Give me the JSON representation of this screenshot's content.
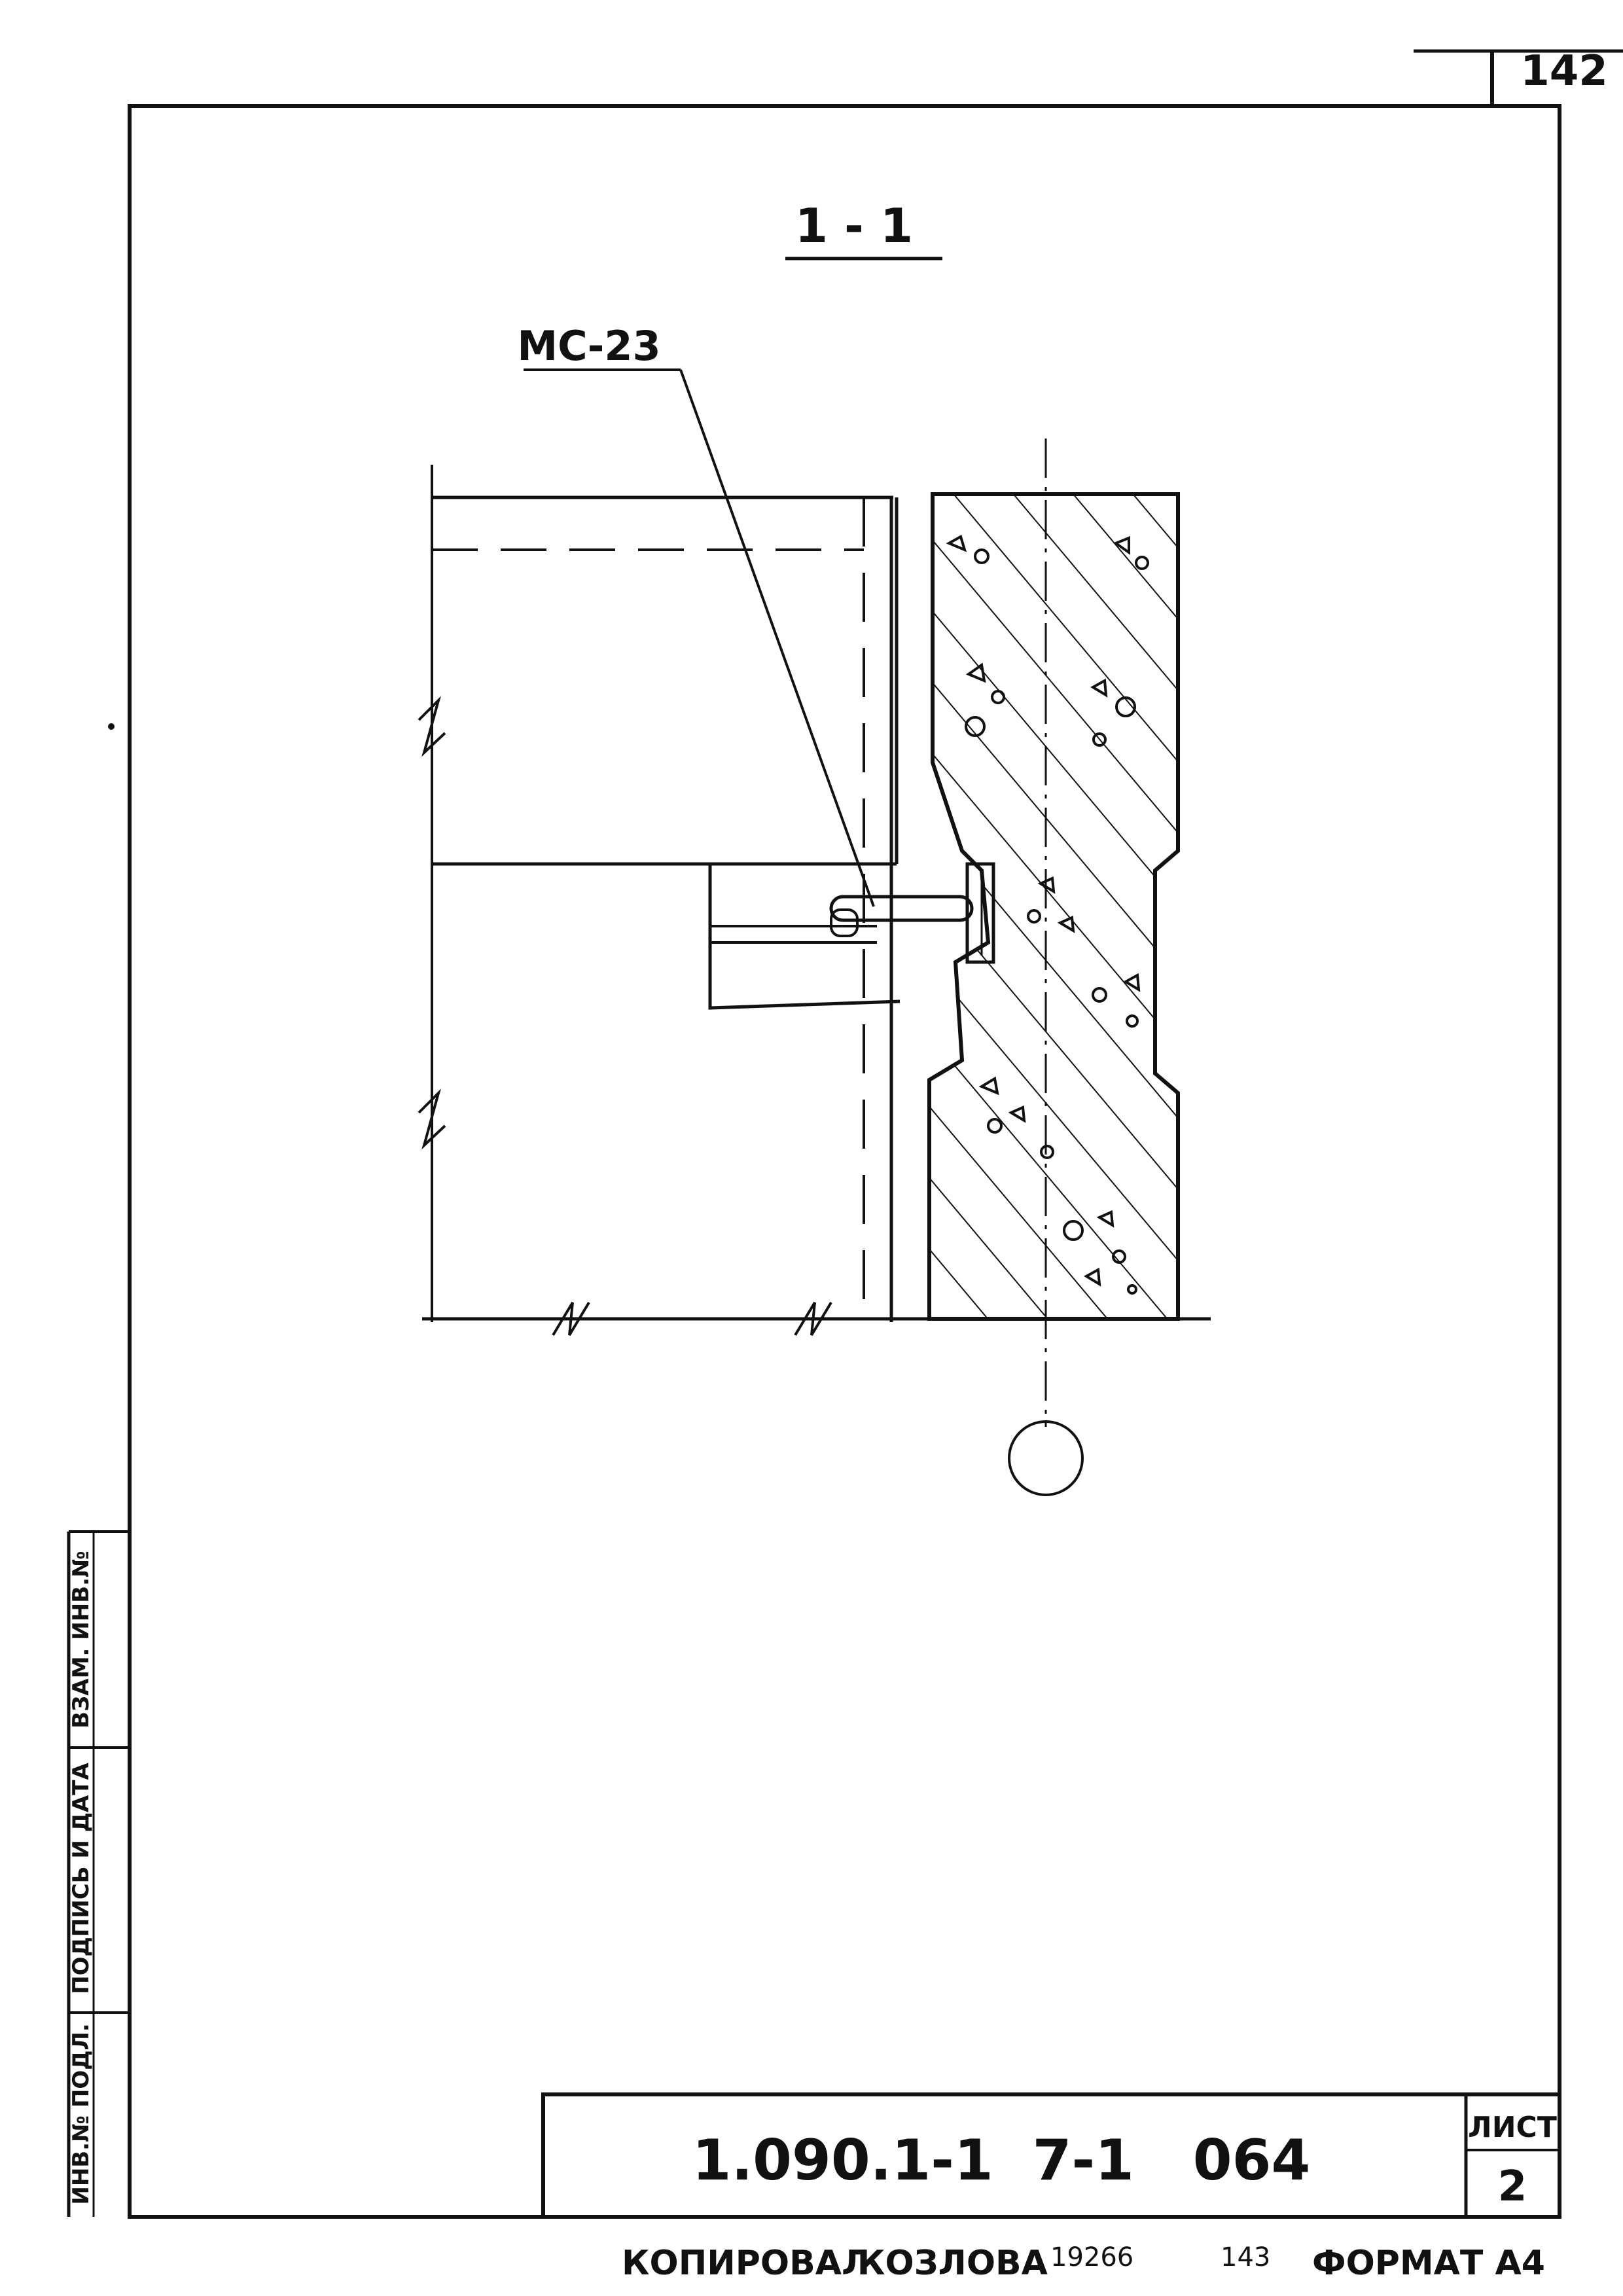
{
  "sheet_corner_number": "142",
  "section_label": "1 - 1",
  "callout_label": "МС-23",
  "axis_marker_label": "",
  "title_block": {
    "designation": "1.090.1-1  7-1   064",
    "sheet_header": "ЛИСТ",
    "sheet_number": "2"
  },
  "footer": {
    "copied_label": "КОПИРОВАЛ",
    "copier_name": "КОЗЛОВА",
    "order_number": "19266",
    "extra_number": "143",
    "format_label": "ФОРМАТ А4"
  },
  "side_stamp": {
    "inv_original": "ИНВ.№ ПОДЛ.",
    "signature_date": "ПОДПИСЬ И ДАТА",
    "replaces_inv": "ВЗАМ. ИНВ.№"
  }
}
